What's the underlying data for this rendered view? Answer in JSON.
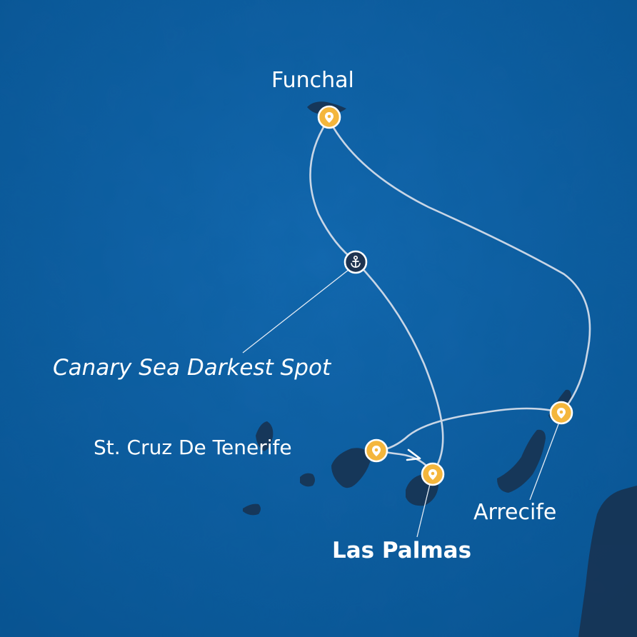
{
  "map": {
    "colors": {
      "sea": "#0d5ea0",
      "land": "#14304c",
      "route": "#c9d6e6",
      "port_marker": "#f4b63c",
      "anchor_marker": "#1e3350"
    },
    "ports": [
      {
        "name": "Funchal",
        "icon": "map-pin-icon"
      },
      {
        "name": "Canary Sea Darkest Spot",
        "icon": "anchor-icon"
      },
      {
        "name": "St. Cruz De Tenerife",
        "icon": "map-pin-icon"
      },
      {
        "name": "Arrecife",
        "icon": "map-pin-icon"
      },
      {
        "name": "Las Palmas",
        "icon": "map-pin-icon",
        "highlight": true
      }
    ]
  }
}
